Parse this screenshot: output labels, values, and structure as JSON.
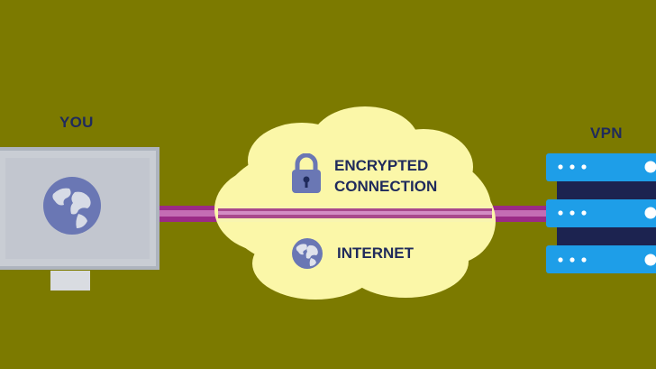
{
  "diagram": {
    "you_label": "YOU",
    "vpn_label": "VPN",
    "encrypted_line1": "ENCRYPTED",
    "encrypted_line2": "CONNECTION",
    "internet_label": "INTERNET"
  },
  "colors": {
    "background": "#7c7a00",
    "cloud": "#fbf7a8",
    "text": "#1f2a5c",
    "tunnel": "#9b2a86",
    "server": "#1e9ee8",
    "monitor": "#c9cdd4",
    "globe": "#6a77b4"
  },
  "icons": [
    "globe-icon",
    "lock-icon",
    "server-icon"
  ]
}
